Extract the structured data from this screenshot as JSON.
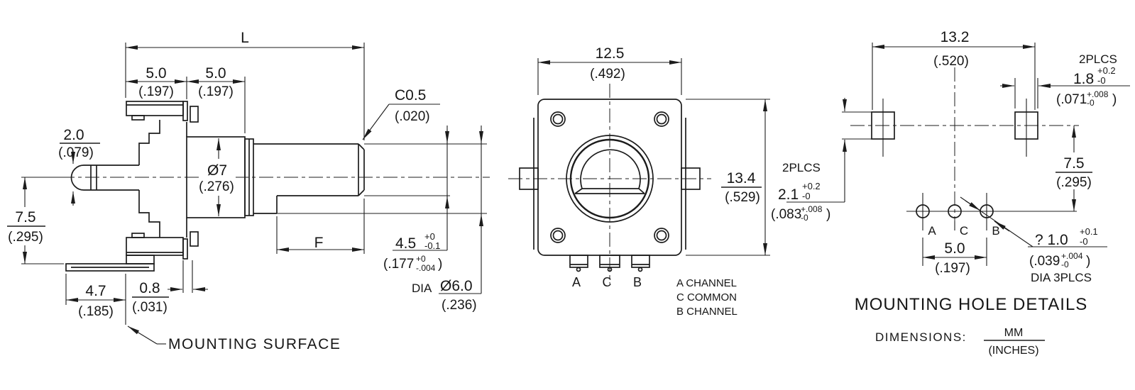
{
  "side_view": {
    "length_label": "L",
    "body_depth": {
      "mm": "5.0",
      "in": "(.197)"
    },
    "bushing_len": {
      "mm": "5.0",
      "in": "(.197)"
    },
    "actuator": {
      "mm": "2.0",
      "in": "(.079)"
    },
    "height": {
      "mm": "7.5",
      "in": "(.295)"
    },
    "bushing_dia": {
      "mm": "Ø7",
      "in": "(.276)"
    },
    "chamfer": {
      "mm": "C0.5",
      "in": "(.020)"
    },
    "flat": {
      "mm": "4.5",
      "tol_p": "+0",
      "tol_m": "-0.1",
      "in": "(.177",
      "in_tol_p": "+0",
      "in_tol_m": "-.004",
      "in_close": ")"
    },
    "shaft_dia": {
      "prefix": "DIA",
      "mm": "Ø6.0",
      "in": "(.236)"
    },
    "flat_len_label": "F",
    "leg": {
      "mm": "4.7",
      "in": "(.185)"
    },
    "pcb": {
      "mm": "0.8",
      "in": "(.031)"
    },
    "mounting_surface": "MOUNTING SURFACE"
  },
  "front_view": {
    "width": {
      "mm": "12.5",
      "in": "(.492)"
    },
    "height": {
      "mm": "13.4",
      "in": "(.529)"
    },
    "terminals": {
      "a": "A",
      "c": "C",
      "b": "B"
    },
    "legend": {
      "a": "A CHANNEL",
      "c": "C COMMON",
      "b": "B CHANNEL"
    }
  },
  "mounting_view": {
    "spacing": {
      "mm": "13.2",
      "in": "(.520)"
    },
    "slot_width": {
      "qty": "2PLCS",
      "mm": "1.8",
      "tol_p": "+0.2",
      "tol_m": "-0",
      "in": "(.071",
      "in_tol_p": "+.008",
      "in_tol_m": "-0",
      "in_close": ")"
    },
    "slot_height": {
      "qty": "2PLCS",
      "mm": "2.1",
      "tol_p": "+0.2",
      "tol_m": "-0",
      "in": "(.083",
      "in_tol_p": "+.008",
      "in_tol_m": "-0",
      "in_close": ")"
    },
    "row_offset": {
      "mm": "7.5",
      "in": "(.295)"
    },
    "holes": {
      "a": "A",
      "c": "C",
      "b": "B"
    },
    "pitch": {
      "mm": "5.0",
      "in": "(.197)"
    },
    "hole_dia": {
      "mm": "? 1.0",
      "tol_p": "+0.1",
      "tol_m": "-0",
      "in": "(.039",
      "in_tol_p": "+.004",
      "in_tol_m": "-0",
      "in_close": ")",
      "note": "DIA 3PLCS"
    },
    "title": "MOUNTING HOLE DETAILS",
    "dims_label": "DIMENSIONS:",
    "unit_mm": "MM",
    "unit_in": "(INCHES)"
  }
}
